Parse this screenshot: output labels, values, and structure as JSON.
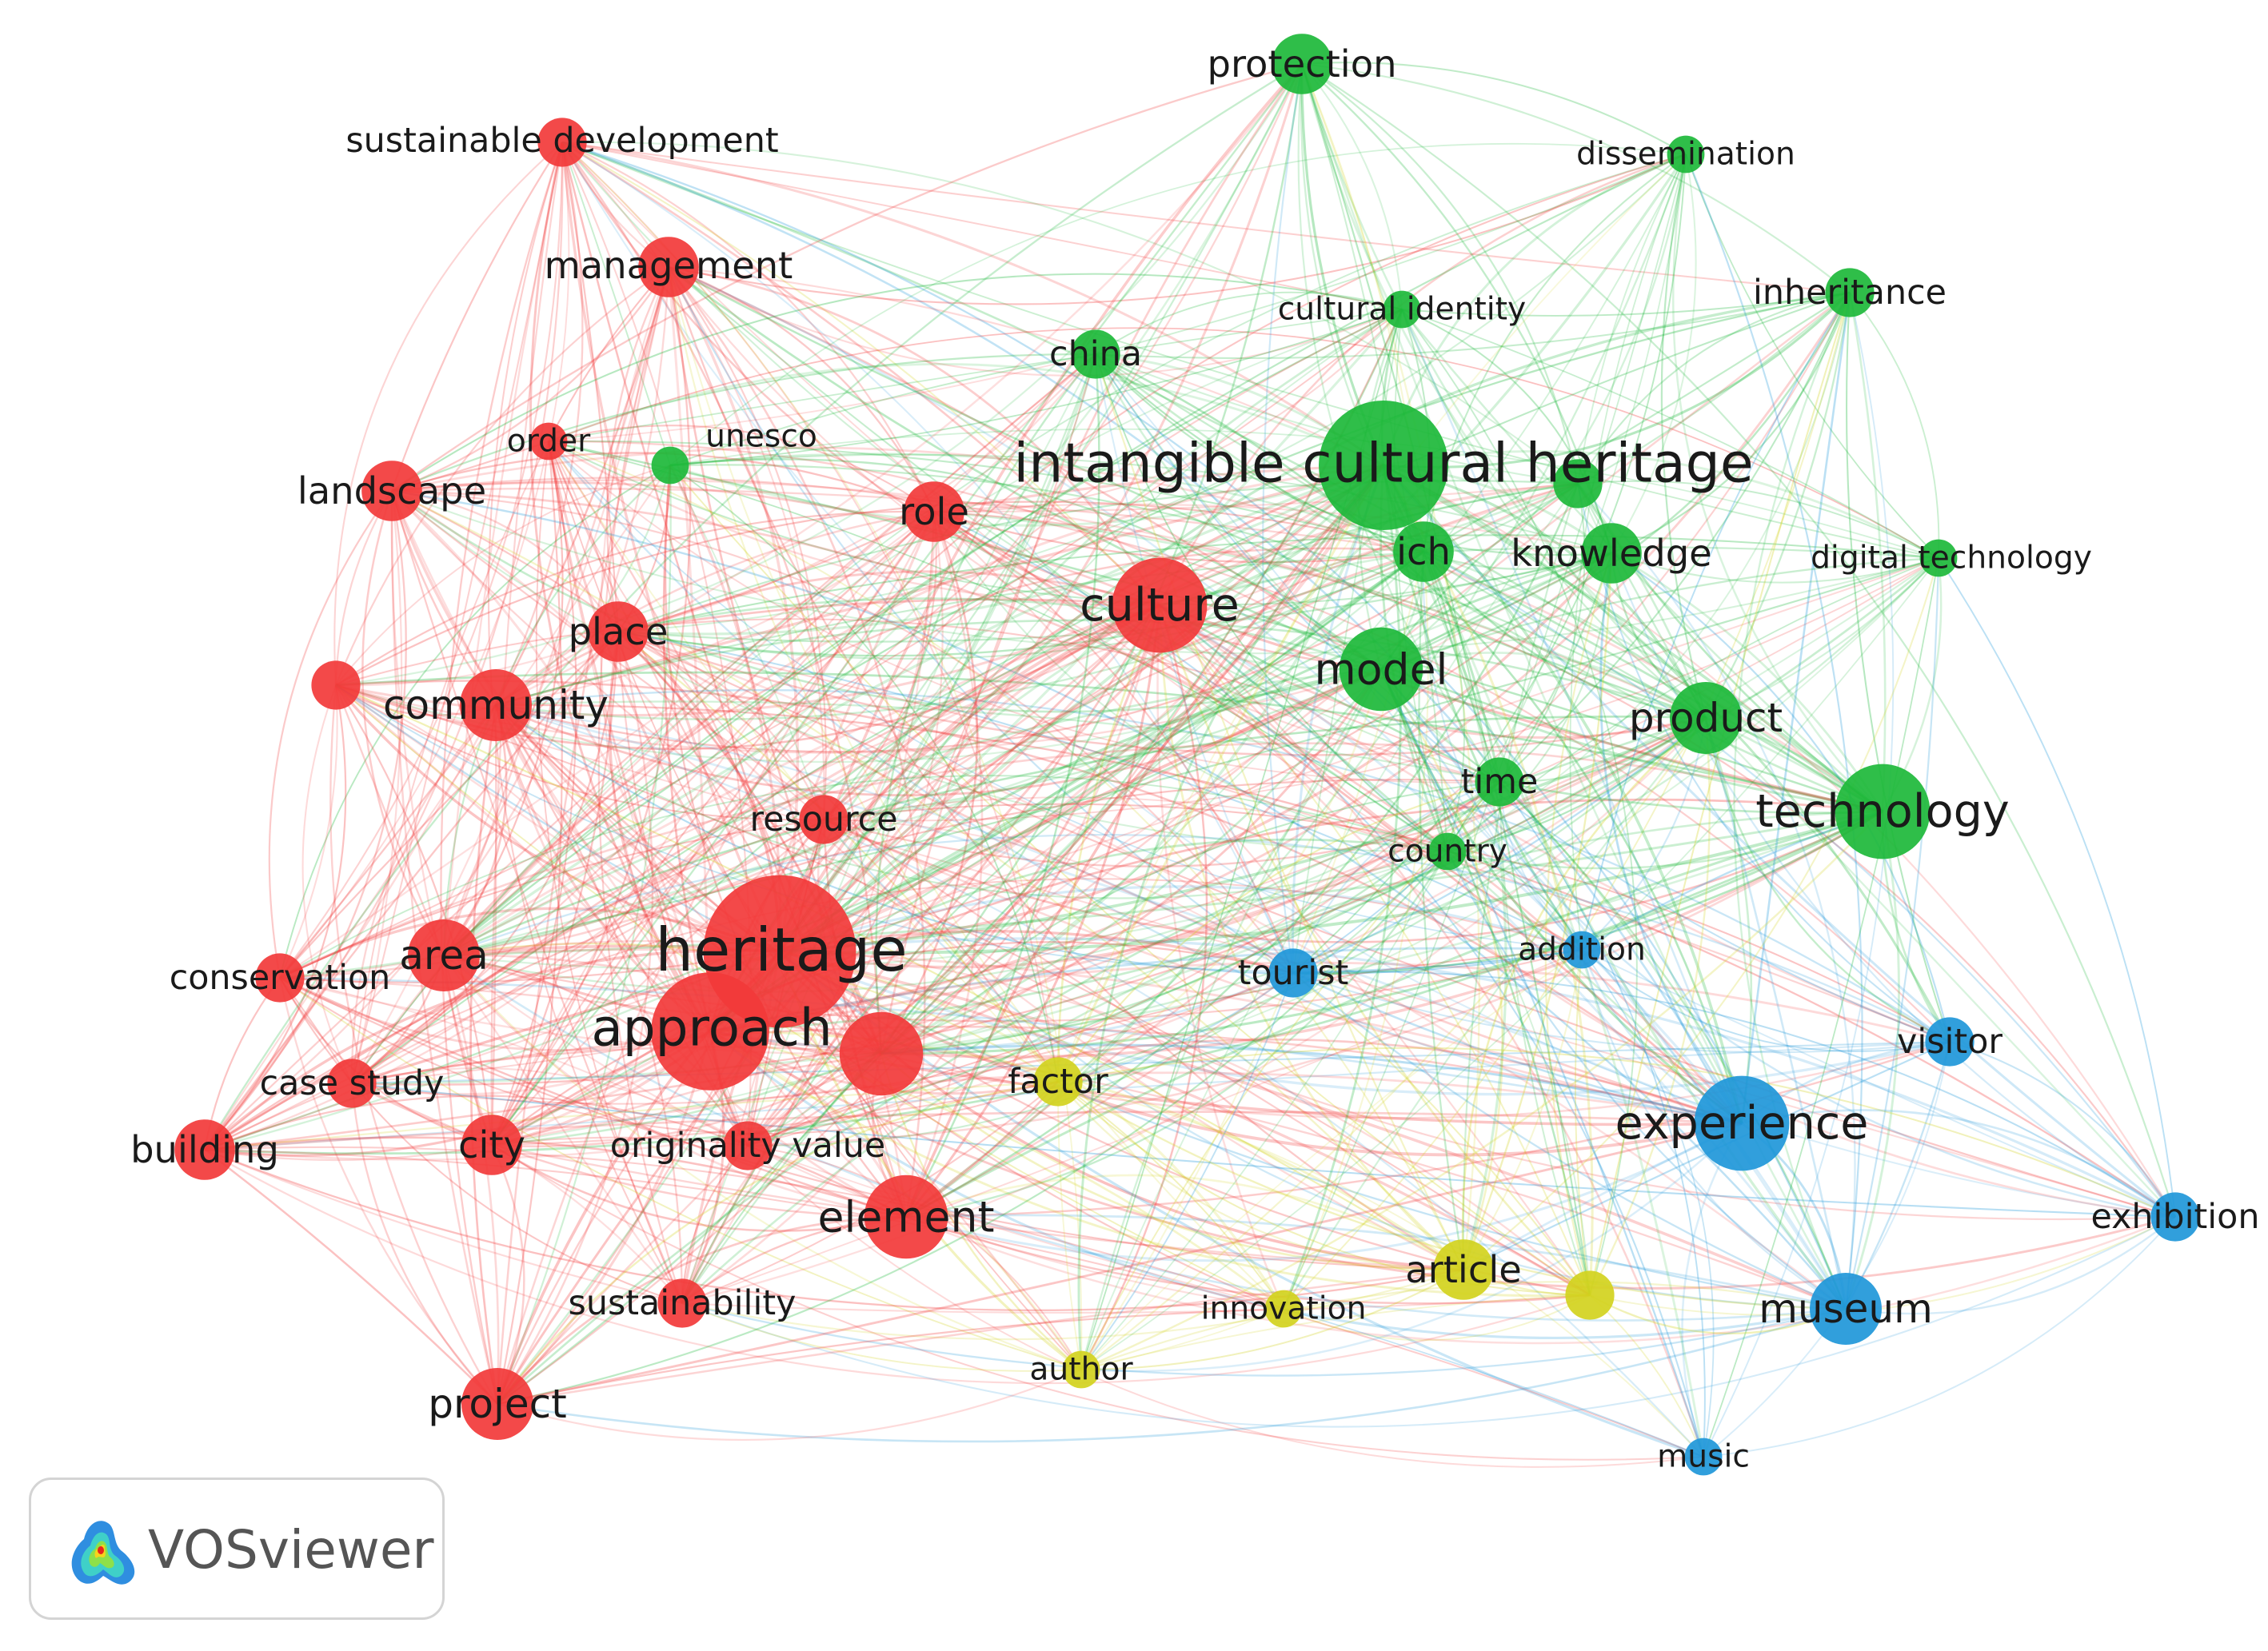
{
  "colors": {
    "cluster_red": "#f23a3a",
    "cluster_green": "#1db83a",
    "cluster_blue": "#1f97d9",
    "cluster_yellow": "#d2d21e",
    "cluster_purple": "#a879c7"
  },
  "nodes": [
    {
      "id": "sustainable-development",
      "label": "sustainable development",
      "cluster": "red",
      "weight": 3
    },
    {
      "id": "management",
      "label": "management",
      "cluster": "red",
      "weight": 4
    },
    {
      "id": "order",
      "label": "order",
      "cluster": "red",
      "weight": 2
    },
    {
      "id": "unesco",
      "label": "unesco",
      "cluster": "green",
      "weight": 2
    },
    {
      "id": "landscape",
      "label": "landscape",
      "cluster": "red",
      "weight": 4
    },
    {
      "id": "role",
      "label": "role",
      "cluster": "red",
      "weight": 4
    },
    {
      "id": "place",
      "label": "place",
      "cluster": "red",
      "weight": 4
    },
    {
      "id": "unlabeled-red-1",
      "label": "",
      "cluster": "red",
      "weight": 3
    },
    {
      "id": "community",
      "label": "community",
      "cluster": "red",
      "weight": 5
    },
    {
      "id": "culture",
      "label": "culture",
      "cluster": "red",
      "weight": 7
    },
    {
      "id": "resource",
      "label": "resource",
      "cluster": "red",
      "weight": 3
    },
    {
      "id": "heritage",
      "label": "heritage",
      "cluster": "red",
      "weight": 12
    },
    {
      "id": "area",
      "label": "area",
      "cluster": "red",
      "weight": 5
    },
    {
      "id": "conservation",
      "label": "conservation",
      "cluster": "red",
      "weight": 3
    },
    {
      "id": "approach",
      "label": "approach",
      "cluster": "red",
      "weight": 9
    },
    {
      "id": "unlabeled-red-2",
      "label": "",
      "cluster": "red",
      "weight": 6
    },
    {
      "id": "case-study",
      "label": "case study",
      "cluster": "red",
      "weight": 3
    },
    {
      "id": "building",
      "label": "building",
      "cluster": "red",
      "weight": 4
    },
    {
      "id": "city",
      "label": "city",
      "cluster": "red",
      "weight": 4
    },
    {
      "id": "originality-value",
      "label": "originality value",
      "cluster": "red",
      "weight": 3
    },
    {
      "id": "element",
      "label": "element",
      "cluster": "red",
      "weight": 6
    },
    {
      "id": "sustainability",
      "label": "sustainability",
      "cluster": "red",
      "weight": 3
    },
    {
      "id": "project",
      "label": "project",
      "cluster": "red",
      "weight": 5
    },
    {
      "id": "protection",
      "label": "protection",
      "cluster": "green",
      "weight": 4
    },
    {
      "id": "dissemination",
      "label": "dissemination",
      "cluster": "green",
      "weight": 2
    },
    {
      "id": "cultural-identity",
      "label": "cultural identity",
      "cluster": "green",
      "weight": 2
    },
    {
      "id": "inheritance",
      "label": "inheritance",
      "cluster": "green",
      "weight": 3
    },
    {
      "id": "china",
      "label": "china",
      "cluster": "green",
      "weight": 3
    },
    {
      "id": "intangible-cultural-heritage",
      "label": "intangible cultural heritage",
      "cluster": "green",
      "weight": 10
    },
    {
      "id": "unlabeled-green-1",
      "label": "",
      "cluster": "green",
      "weight": 3
    },
    {
      "id": "ich",
      "label": "ich",
      "cluster": "green",
      "weight": 4
    },
    {
      "id": "knowledge",
      "label": "knowledge",
      "cluster": "green",
      "weight": 4
    },
    {
      "id": "digital-technology",
      "label": "digital technology",
      "cluster": "green",
      "weight": 2
    },
    {
      "id": "model",
      "label": "model",
      "cluster": "green",
      "weight": 6
    },
    {
      "id": "product",
      "label": "product",
      "cluster": "green",
      "weight": 5
    },
    {
      "id": "time",
      "label": "time",
      "cluster": "green",
      "weight": 3
    },
    {
      "id": "technology",
      "label": "technology",
      "cluster": "green",
      "weight": 7
    },
    {
      "id": "country",
      "label": "country",
      "cluster": "green",
      "weight": 2
    },
    {
      "id": "tourist",
      "label": "tourist",
      "cluster": "blue",
      "weight": 3
    },
    {
      "id": "addition",
      "label": "addition",
      "cluster": "blue",
      "weight": 2
    },
    {
      "id": "visitor",
      "label": "visitor",
      "cluster": "blue",
      "weight": 3
    },
    {
      "id": "factor",
      "label": "factor",
      "cluster": "yellow",
      "weight": 3
    },
    {
      "id": "experience",
      "label": "experience",
      "cluster": "blue",
      "weight": 7
    },
    {
      "id": "exhibition",
      "label": "exhibition",
      "cluster": "blue",
      "weight": 3
    },
    {
      "id": "article",
      "label": "article",
      "cluster": "yellow",
      "weight": 4
    },
    {
      "id": "unlabeled-yellow-1",
      "label": "",
      "cluster": "yellow",
      "weight": 3
    },
    {
      "id": "innovation",
      "label": "innovation",
      "cluster": "yellow",
      "weight": 2
    },
    {
      "id": "museum",
      "label": "museum",
      "cluster": "blue",
      "weight": 5
    },
    {
      "id": "author",
      "label": "author",
      "cluster": "yellow",
      "weight": 2
    },
    {
      "id": "music",
      "label": "music",
      "cluster": "blue",
      "weight": 2
    }
  ],
  "brand": {
    "name": "VOSviewer",
    "logo_icon": "vosviewer-heatmap-icon"
  }
}
